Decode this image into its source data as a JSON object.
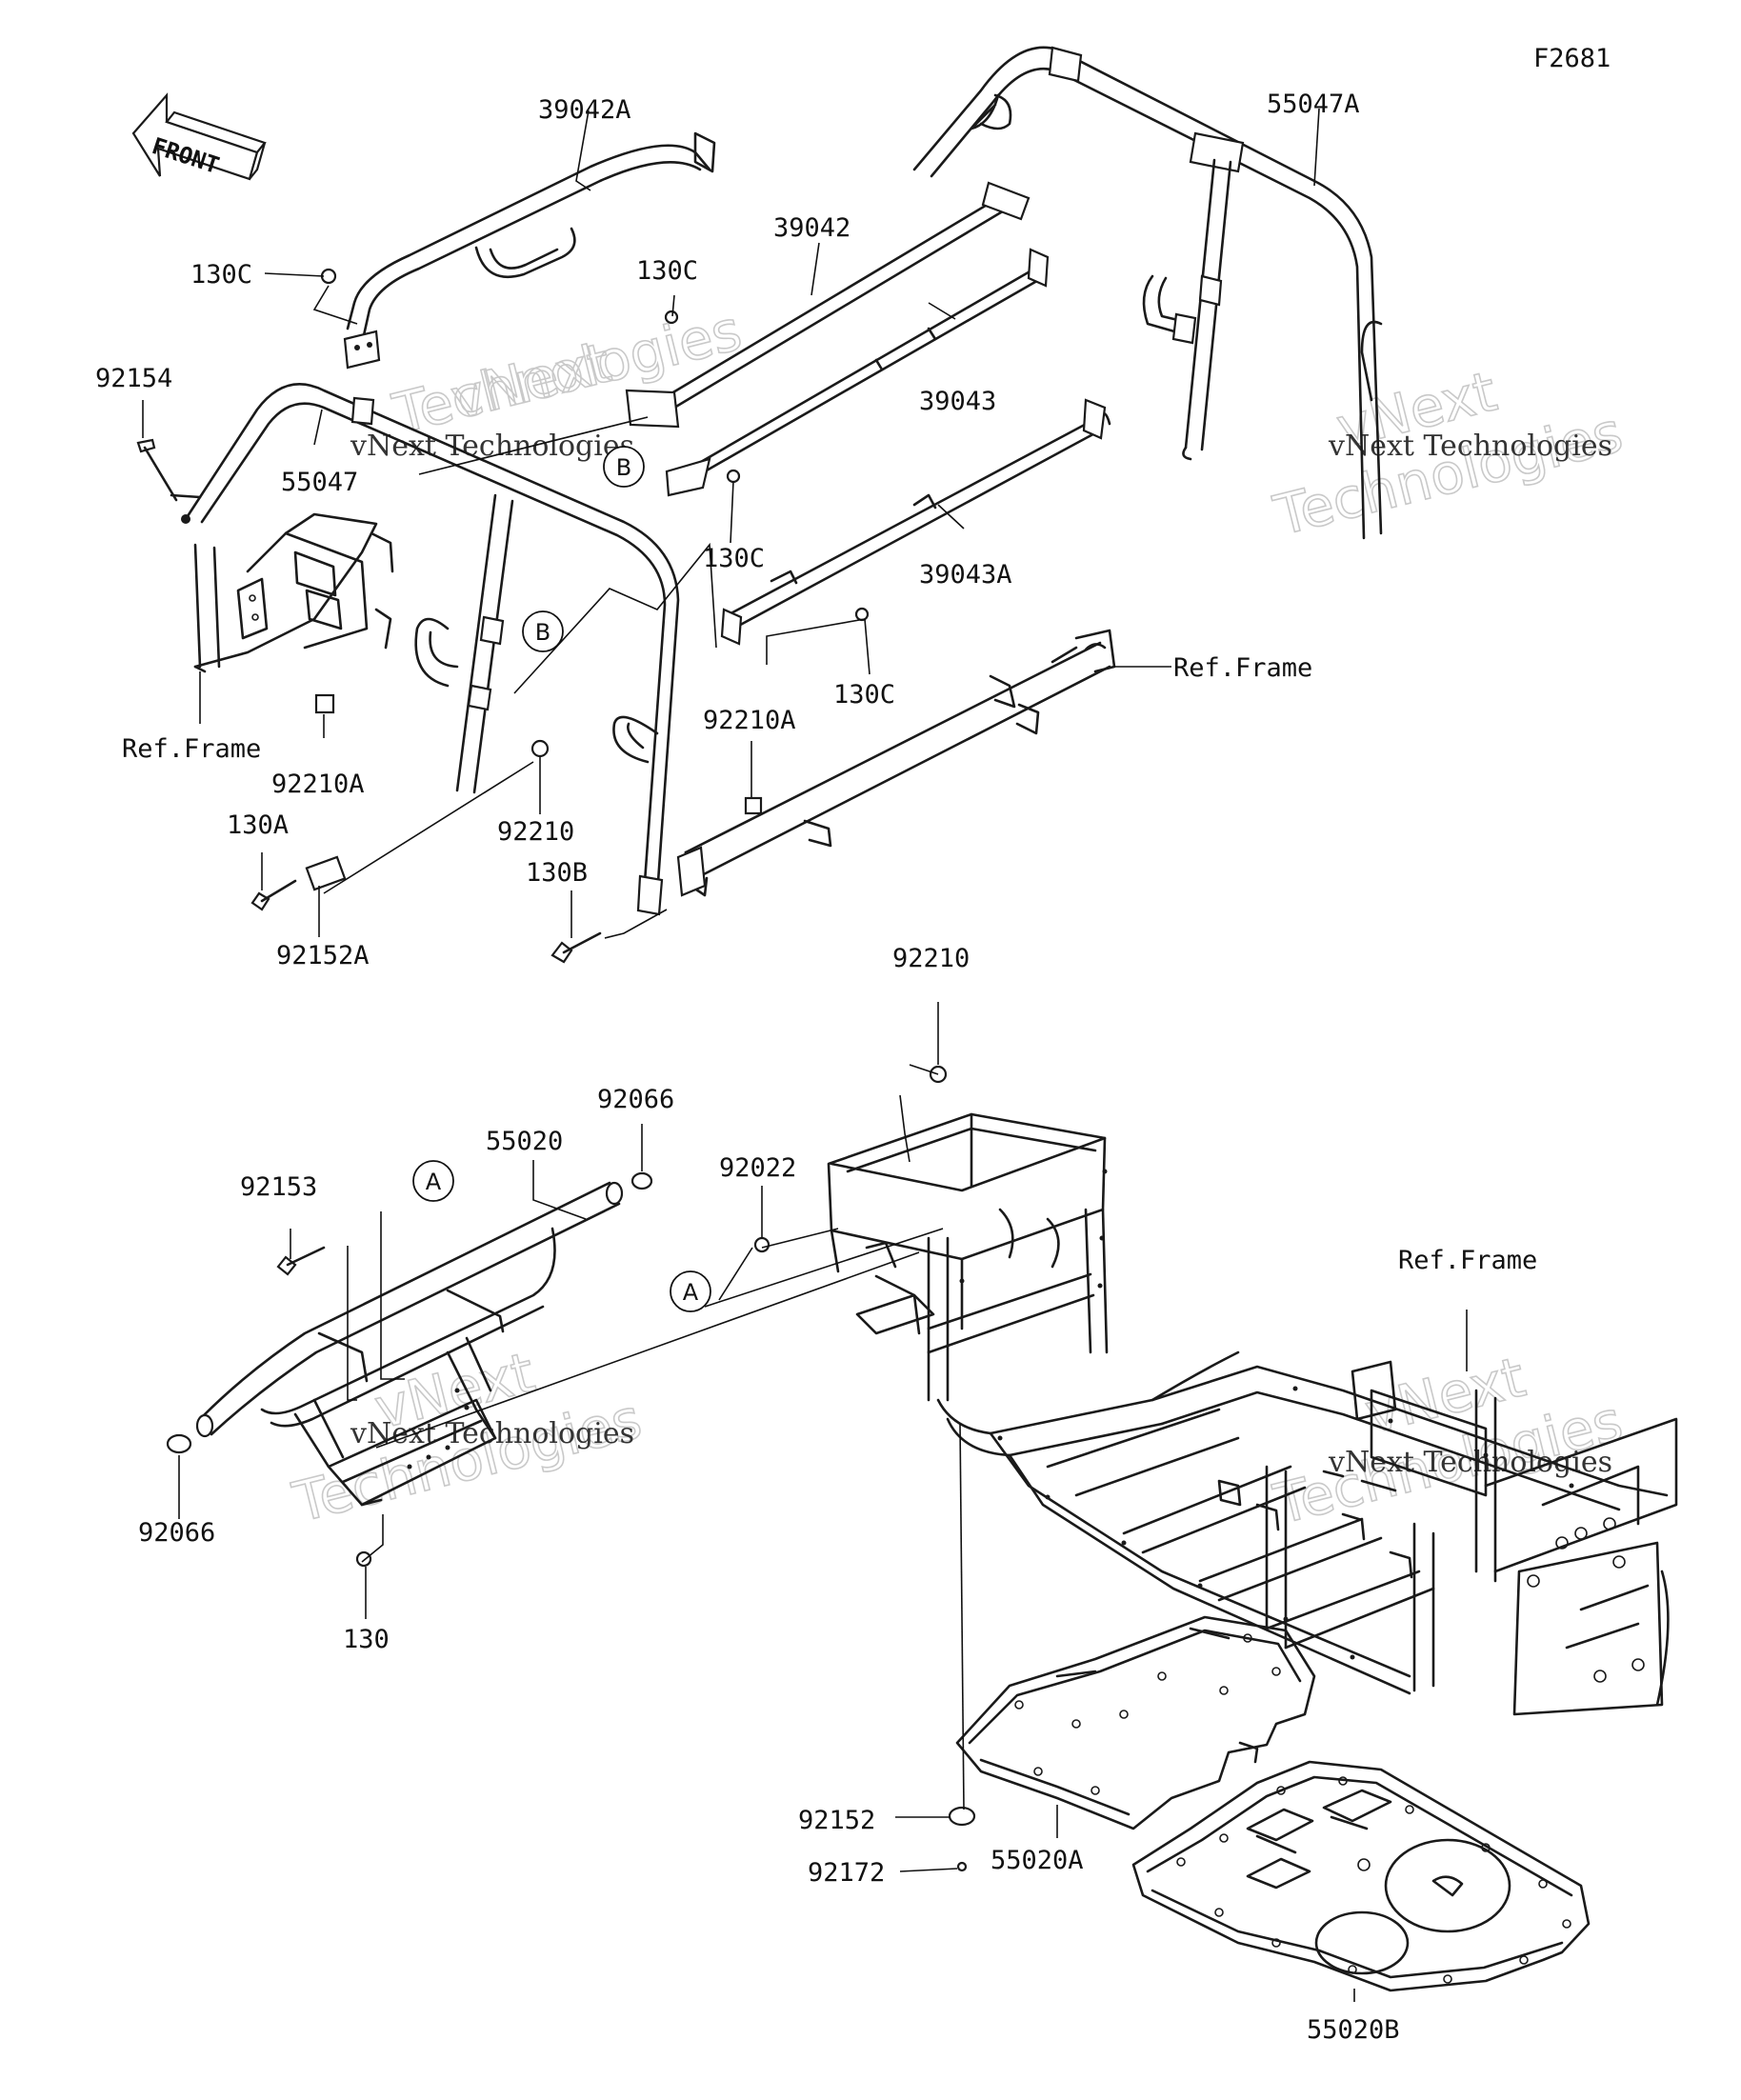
{
  "figure_code": "F2681",
  "front_arrow": {
    "label": "FRONT",
    "icon": "front-arrow-icon"
  },
  "ref_frame_label": "Ref.Frame",
  "watermark": {
    "line1": "vNext Technologies",
    "line2": "Technologies",
    "line3": "vNext"
  },
  "callouts": {
    "a": "A",
    "b": "B"
  },
  "parts": {
    "p39042A": "39042A",
    "p55047A": "55047A",
    "p39042": "39042",
    "p39043": "39043",
    "p39043A": "39043A",
    "p55047": "55047",
    "p130C": "130C",
    "p92154": "92154",
    "p92210A": "92210A",
    "p92210": "92210",
    "p130A": "130A",
    "p130B": "130B",
    "p92152A": "92152A",
    "p92066": "92066",
    "p55020": "55020",
    "p92153": "92153",
    "p92022": "92022",
    "p130": "130",
    "p92152": "92152",
    "p92172": "92172",
    "p55020A": "55020A",
    "p55020B": "55020B"
  }
}
